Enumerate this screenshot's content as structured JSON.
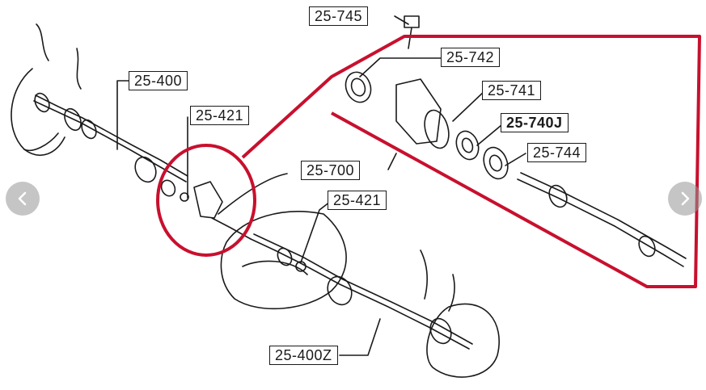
{
  "diagram": {
    "labels": [
      {
        "id": "p25745",
        "text": "25-745",
        "bold": false
      },
      {
        "id": "p25742",
        "text": "25-742",
        "bold": false
      },
      {
        "id": "p25400",
        "text": "25-400",
        "bold": false
      },
      {
        "id": "p25741",
        "text": "25-741",
        "bold": false
      },
      {
        "id": "p25421a",
        "text": "25-421",
        "bold": false
      },
      {
        "id": "p25740J",
        "text": "25-740J",
        "bold": true
      },
      {
        "id": "p25744",
        "text": "25-744",
        "bold": false
      },
      {
        "id": "p25700",
        "text": "25-700",
        "bold": false
      },
      {
        "id": "p25421b",
        "text": "25-421",
        "bold": false
      },
      {
        "id": "p25400Z",
        "text": "25-400Z",
        "bold": false
      }
    ]
  },
  "colors": {
    "highlight": "#c8102e",
    "ink": "#1a1a1a",
    "nav_bg": "#969696"
  },
  "nav": {
    "prev_icon": "chevron-left-icon",
    "next_icon": "chevron-right-icon"
  }
}
